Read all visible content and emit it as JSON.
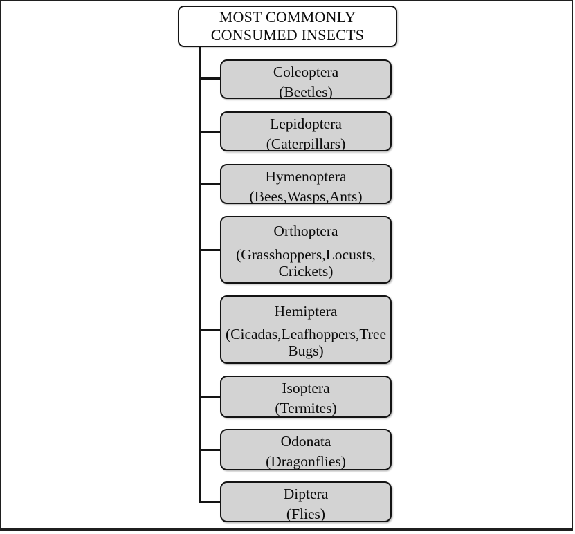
{
  "diagram": {
    "title": "MOST COMMONLY CONSUMED INSECTS",
    "nodes": [
      {
        "name": "Coleoptera",
        "members": "(Beetles)"
      },
      {
        "name": "Lepidoptera",
        "members": "(Caterpillars)"
      },
      {
        "name": "Hymenoptera",
        "members": "(Bees,Wasps,Ants)"
      },
      {
        "name": "Orthoptera",
        "members": "(Grasshoppers,Locusts, Crickets)"
      },
      {
        "name": "Hemiptera",
        "members": "(Cicadas,Leafhoppers,Tree Bugs)"
      },
      {
        "name": "Isoptera",
        "members": "(Termites)"
      },
      {
        "name": "Odonata",
        "members": "(Dragonflies)"
      },
      {
        "name": "Diptera",
        "members": "(Flies)"
      }
    ],
    "colors": {
      "node_fill": "#d3d3d3",
      "root_fill": "#ffffff",
      "line_and_border": "#141414",
      "text": "#0a0a0a",
      "page_background": "#ffffff"
    }
  }
}
